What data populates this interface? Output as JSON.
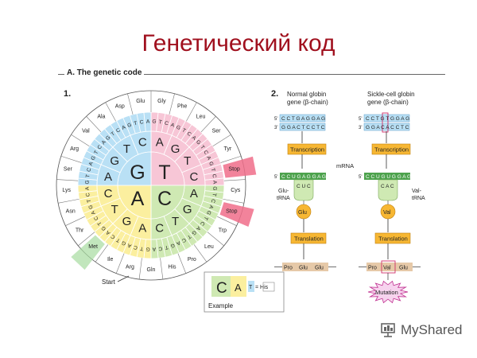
{
  "slide_title": "Генетический код",
  "figure_title": "A. The genetic code",
  "panel1_number": "1.",
  "panel2_number": "2.",
  "wheel": {
    "center_letters": [
      "G",
      "T",
      "A",
      "C"
    ],
    "ring2_letters": [
      "A",
      "G",
      "T",
      "C",
      "A",
      "G",
      "T",
      "C",
      "A",
      "G",
      "T",
      "C",
      "A",
      "G",
      "T",
      "C"
    ],
    "ring3_letters": [
      "G",
      "T",
      "C",
      "A",
      "G",
      "T",
      "C",
      "A",
      "G",
      "T",
      "C",
      "A",
      "G",
      "T",
      "C",
      "A",
      "G",
      "T",
      "C",
      "A",
      "G",
      "T",
      "C",
      "A",
      "G",
      "T",
      "C",
      "A",
      "G",
      "T",
      "C",
      "A",
      "G",
      "T",
      "C",
      "A",
      "G",
      "T",
      "C",
      "A",
      "G",
      "T",
      "C",
      "A",
      "G",
      "T",
      "C",
      "A",
      "G",
      "T",
      "C",
      "A",
      "G",
      "T",
      "C",
      "A",
      "G",
      "T",
      "C",
      "A",
      "G",
      "T",
      "C",
      "A"
    ],
    "amino_acids": [
      "Gly",
      "Phe",
      "Leu",
      "Ser",
      "Tyr",
      "Stop",
      "Cys",
      "Stop",
      "Trp",
      "Leu",
      "Pro",
      "His",
      "Gln",
      "Arg",
      "Ile",
      "Met",
      "Thr",
      "Asn",
      "Lys",
      "Ser",
      "Arg",
      "Val",
      "Ala",
      "Asp",
      "Glu"
    ],
    "start_label": "Start"
  },
  "example": {
    "letters": [
      "C",
      "A",
      "T"
    ],
    "equals_label": "= His",
    "caption": "Example"
  },
  "normal": {
    "title_line1": "Normal globin",
    "title_line2": "gene (β-chain)",
    "dna_top": "C C T G A G G A G",
    "dna_bottom": "G G A C T C C T C",
    "mrna": "C C U G A G G A G",
    "anticodon": "C U C",
    "trna_label_1": "Glu-",
    "trna_label_2": "tRNA",
    "amino": "Glu",
    "chain": [
      "Pro",
      "Glu",
      "Glu"
    ]
  },
  "sickle": {
    "title_line1": "Sickle-cell globin",
    "title_line2": "gene (β-chain)",
    "dna_top": "C C T G T G G A G",
    "dna_bottom": "G G A C A C C T C",
    "mrna": "C C U G U G G A G",
    "anticodon": "C A C",
    "trna_label_1": "Val-",
    "trna_label_2": "tRNA",
    "amino": "Val",
    "chain": [
      "Pro",
      "Val",
      "Glu"
    ],
    "mutation_label": "Mutation"
  },
  "strand_labels": {
    "five_prime": "5'",
    "three_prime": "3'"
  },
  "process": {
    "transcription": "Transcription",
    "translation": "Translation",
    "mrna_label": "mRNA"
  },
  "logo_text": "MyShared",
  "colors": {
    "title_red": "#a0101e",
    "quad_G": "#b9e0f5",
    "quad_T": "#f7c6d6",
    "quad_A": "#fbef9f",
    "quad_C": "#cfe9b3",
    "box_orange": "#f7b733",
    "mrna_green": "#4da24d",
    "stop_pink": "#f06d8a"
  }
}
